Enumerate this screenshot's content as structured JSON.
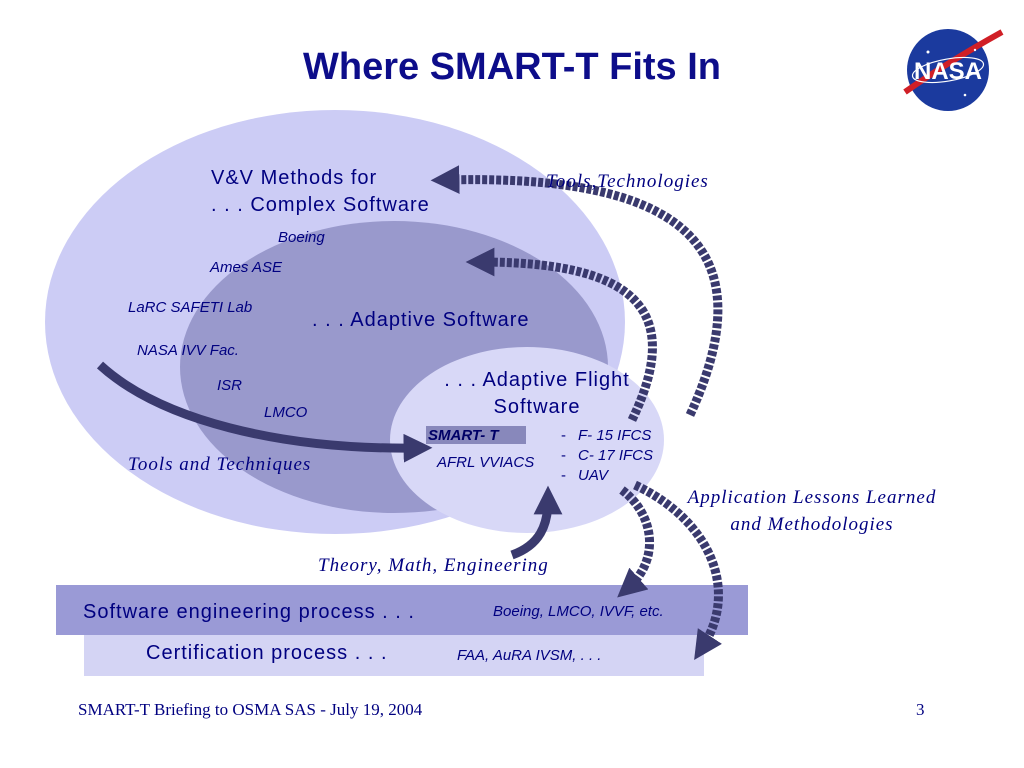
{
  "slide": {
    "title": "Where SMART-T Fits In",
    "footer": "SMART-T Briefing to OSMA SAS - July 19, 2004",
    "page_number": "3",
    "logo_text": "NASA"
  },
  "colors": {
    "title": "#0d0d8a",
    "outer_ellipse": "#ccccf5",
    "middle_ellipse": "#9999cc",
    "inner_ellipse": "#d8d8f7",
    "arrow": "#3a3a6e",
    "software_bar": "#9a9ad6",
    "certification_bar": "#d4d4f4",
    "text": "#000080"
  },
  "diagram": {
    "outer": {
      "line1": "V&V Methods for",
      "line2": ". . . Complex Software"
    },
    "middle": {
      "label": ". . . Adaptive Software"
    },
    "inner": {
      "line1": ". . . Adaptive Flight",
      "line2": "Software"
    },
    "orgs": [
      "Boeing",
      "Ames ASE",
      "LaRC SAFETI Lab",
      "NASA IVV Fac.",
      "ISR",
      "LMCO"
    ],
    "smart_t": "SMART- T",
    "afrl": "AFRL VVIACS",
    "applications": [
      {
        "dash": "-",
        "text": "F- 15 IFCS"
      },
      {
        "dash": "-",
        "text": "C- 17 IFCS"
      },
      {
        "dash": "-",
        "text": "UAV"
      }
    ],
    "annotations": {
      "tools_technologies": "Tools,Technologies",
      "tools_techniques": "Tools and Techniques",
      "lessons_line1": "Application Lessons Learned",
      "lessons_line2": "and Methodologies",
      "theory": "Theory, Math, Engineering"
    },
    "bars": {
      "software_label": "Software engineering process . . .",
      "software_orgs": "Boeing, LMCO, IVVF, etc.",
      "certification_label": "Certification process . . .",
      "certification_orgs": "FAA, AuRA IVSM, . . ."
    }
  }
}
